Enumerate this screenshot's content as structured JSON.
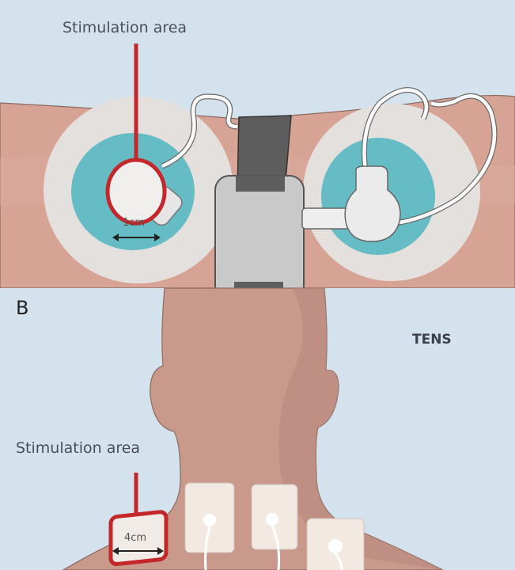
{
  "panel_a": {
    "label": "Stimulation area",
    "measure": "1cm"
  },
  "panel_b": {
    "panel_letter": "B",
    "title": "TENS",
    "label": "Stimulation area",
    "measure": "4cm"
  },
  "colors": {
    "sky": "#d4e2ee",
    "skin": "#d6a395",
    "skin_dark": "#c38d80",
    "pad": "#e4e0dd",
    "gel": "#66bcc4",
    "highlight": "#c4272a",
    "strap": "#5d5d5d",
    "device": "#c9c9c9"
  }
}
